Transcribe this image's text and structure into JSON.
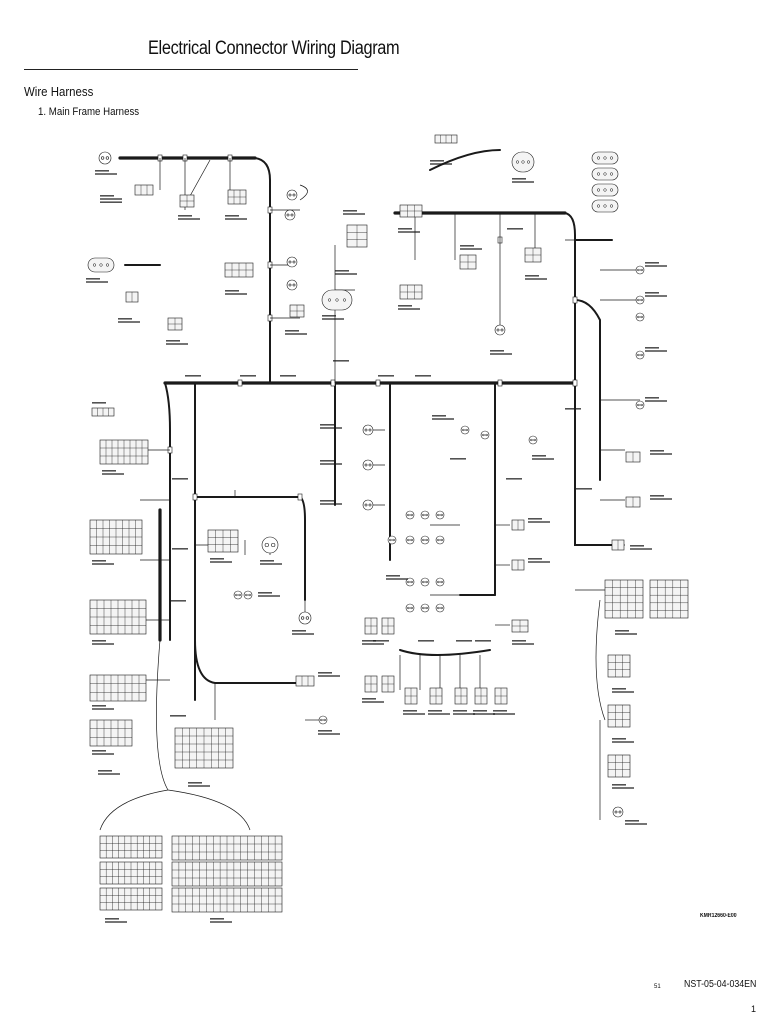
{
  "page": {
    "title": "Electrical Connector Wiring Diagram",
    "section": "Wire Harness",
    "subsection": "1. Main Frame Harness"
  },
  "footer": {
    "drawing_id": "KMR12660-E00",
    "page_small": "51",
    "doc_number": "NST-05-04-034EN",
    "page_number": "1"
  },
  "colors": {
    "ink": "#111111",
    "wire": "#1a1a1a",
    "connector_fill": "#f4f4f4",
    "label_line": "#555555"
  },
  "diagram": {
    "type": "wire-harness",
    "note": ""
  }
}
